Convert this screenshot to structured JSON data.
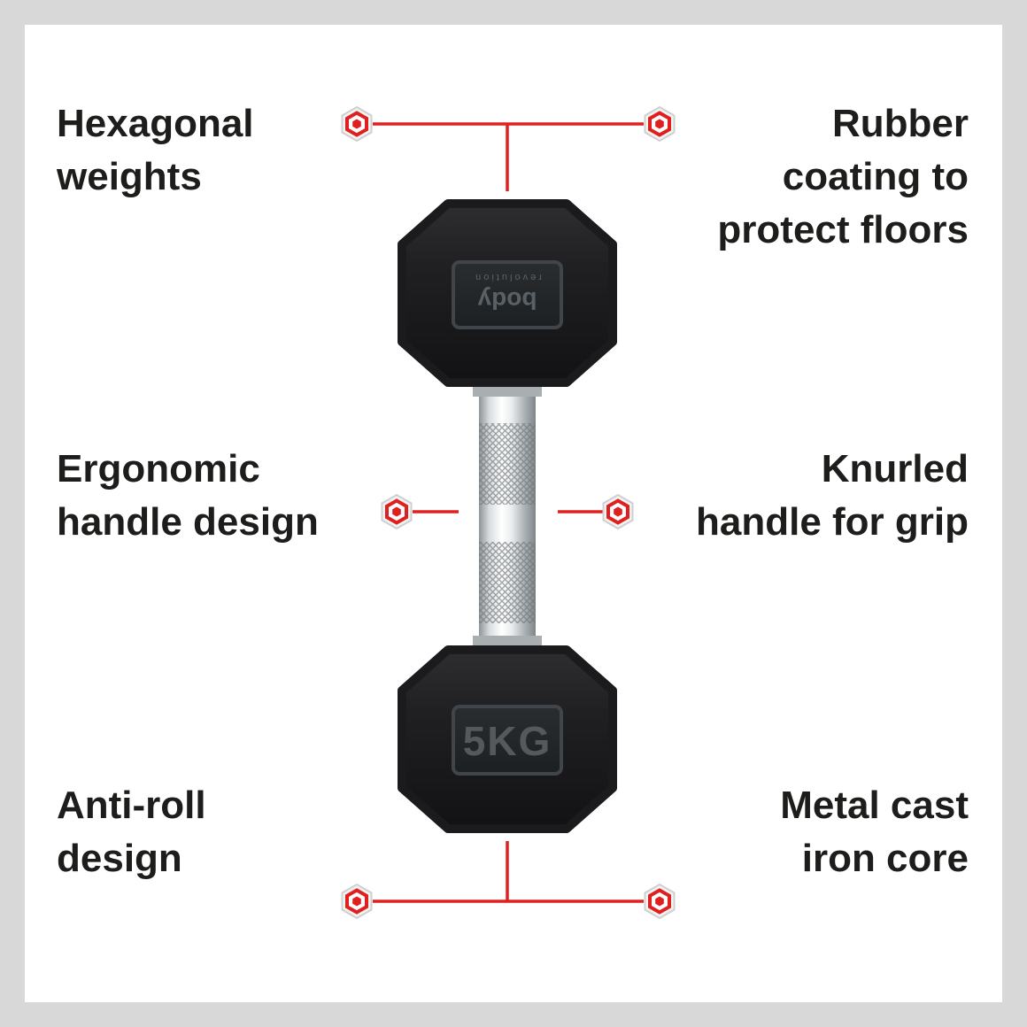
{
  "callouts": {
    "top_left": {
      "lines": [
        "Hexagonal",
        "weights"
      ]
    },
    "top_right": {
      "lines": [
        "Rubber",
        "coating to",
        "protect floors"
      ]
    },
    "mid_left": {
      "lines": [
        "Ergonomic",
        "handle design"
      ]
    },
    "mid_right": {
      "lines": [
        "Knurled",
        "handle for grip"
      ]
    },
    "bottom_left": {
      "lines": [
        "Anti-roll",
        "design"
      ]
    },
    "bottom_right": {
      "lines": [
        "Metal cast",
        "iron core"
      ]
    }
  },
  "dumbbell": {
    "weight_label": "5KG",
    "brand_line1": "body",
    "brand_line2": "revolution"
  },
  "colors": {
    "accent_red": "#e0201e",
    "background_gray": "#d8d8d8",
    "panel_white": "#ffffff",
    "text_dark": "#1d1d1b",
    "head_black": "#1b1b1d",
    "chrome_light": "#f2f4f5"
  }
}
